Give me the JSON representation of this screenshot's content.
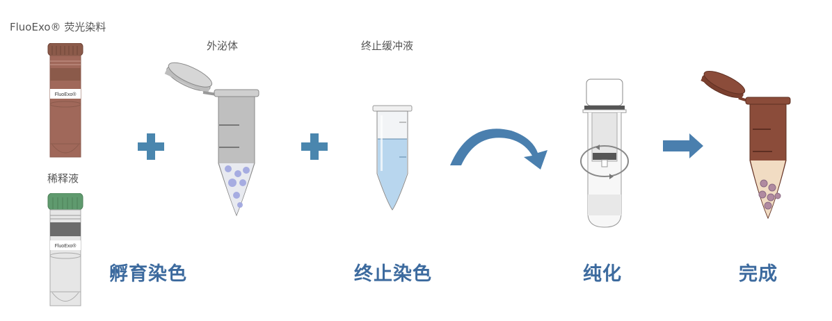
{
  "reagents": {
    "dye": {
      "label": "FluoExo® 荧光染料",
      "vial_text": "FluoExo®",
      "cap_color": "#8b5a4a",
      "body_color": "#a0685a"
    },
    "diluent": {
      "label": "稀释液",
      "vial_text": "FluoExo®",
      "cap_color": "#5f9a6e",
      "body_color": "#dcdcdc"
    },
    "exosome": {
      "label": "外泌体"
    },
    "stop_buffer": {
      "label": "终止缓冲液"
    }
  },
  "steps": [
    {
      "label": "孵育染色"
    },
    {
      "label": "终止染色"
    },
    {
      "label": "纯化"
    },
    {
      "label": "完成"
    }
  ],
  "icons": {
    "plus_1": "plus-icon",
    "plus_2": "plus-icon",
    "curve_arrow": "curved-arrow-icon",
    "right_arrow": "right-arrow-icon"
  },
  "colors": {
    "accent": "#4a7fae",
    "step_text": "#3c6a9e",
    "label_text": "#555555",
    "done_tube": "#8b4c3a",
    "done_liquid": "#f1dcc3",
    "buffer_liquid": "#b8d6ee"
  }
}
